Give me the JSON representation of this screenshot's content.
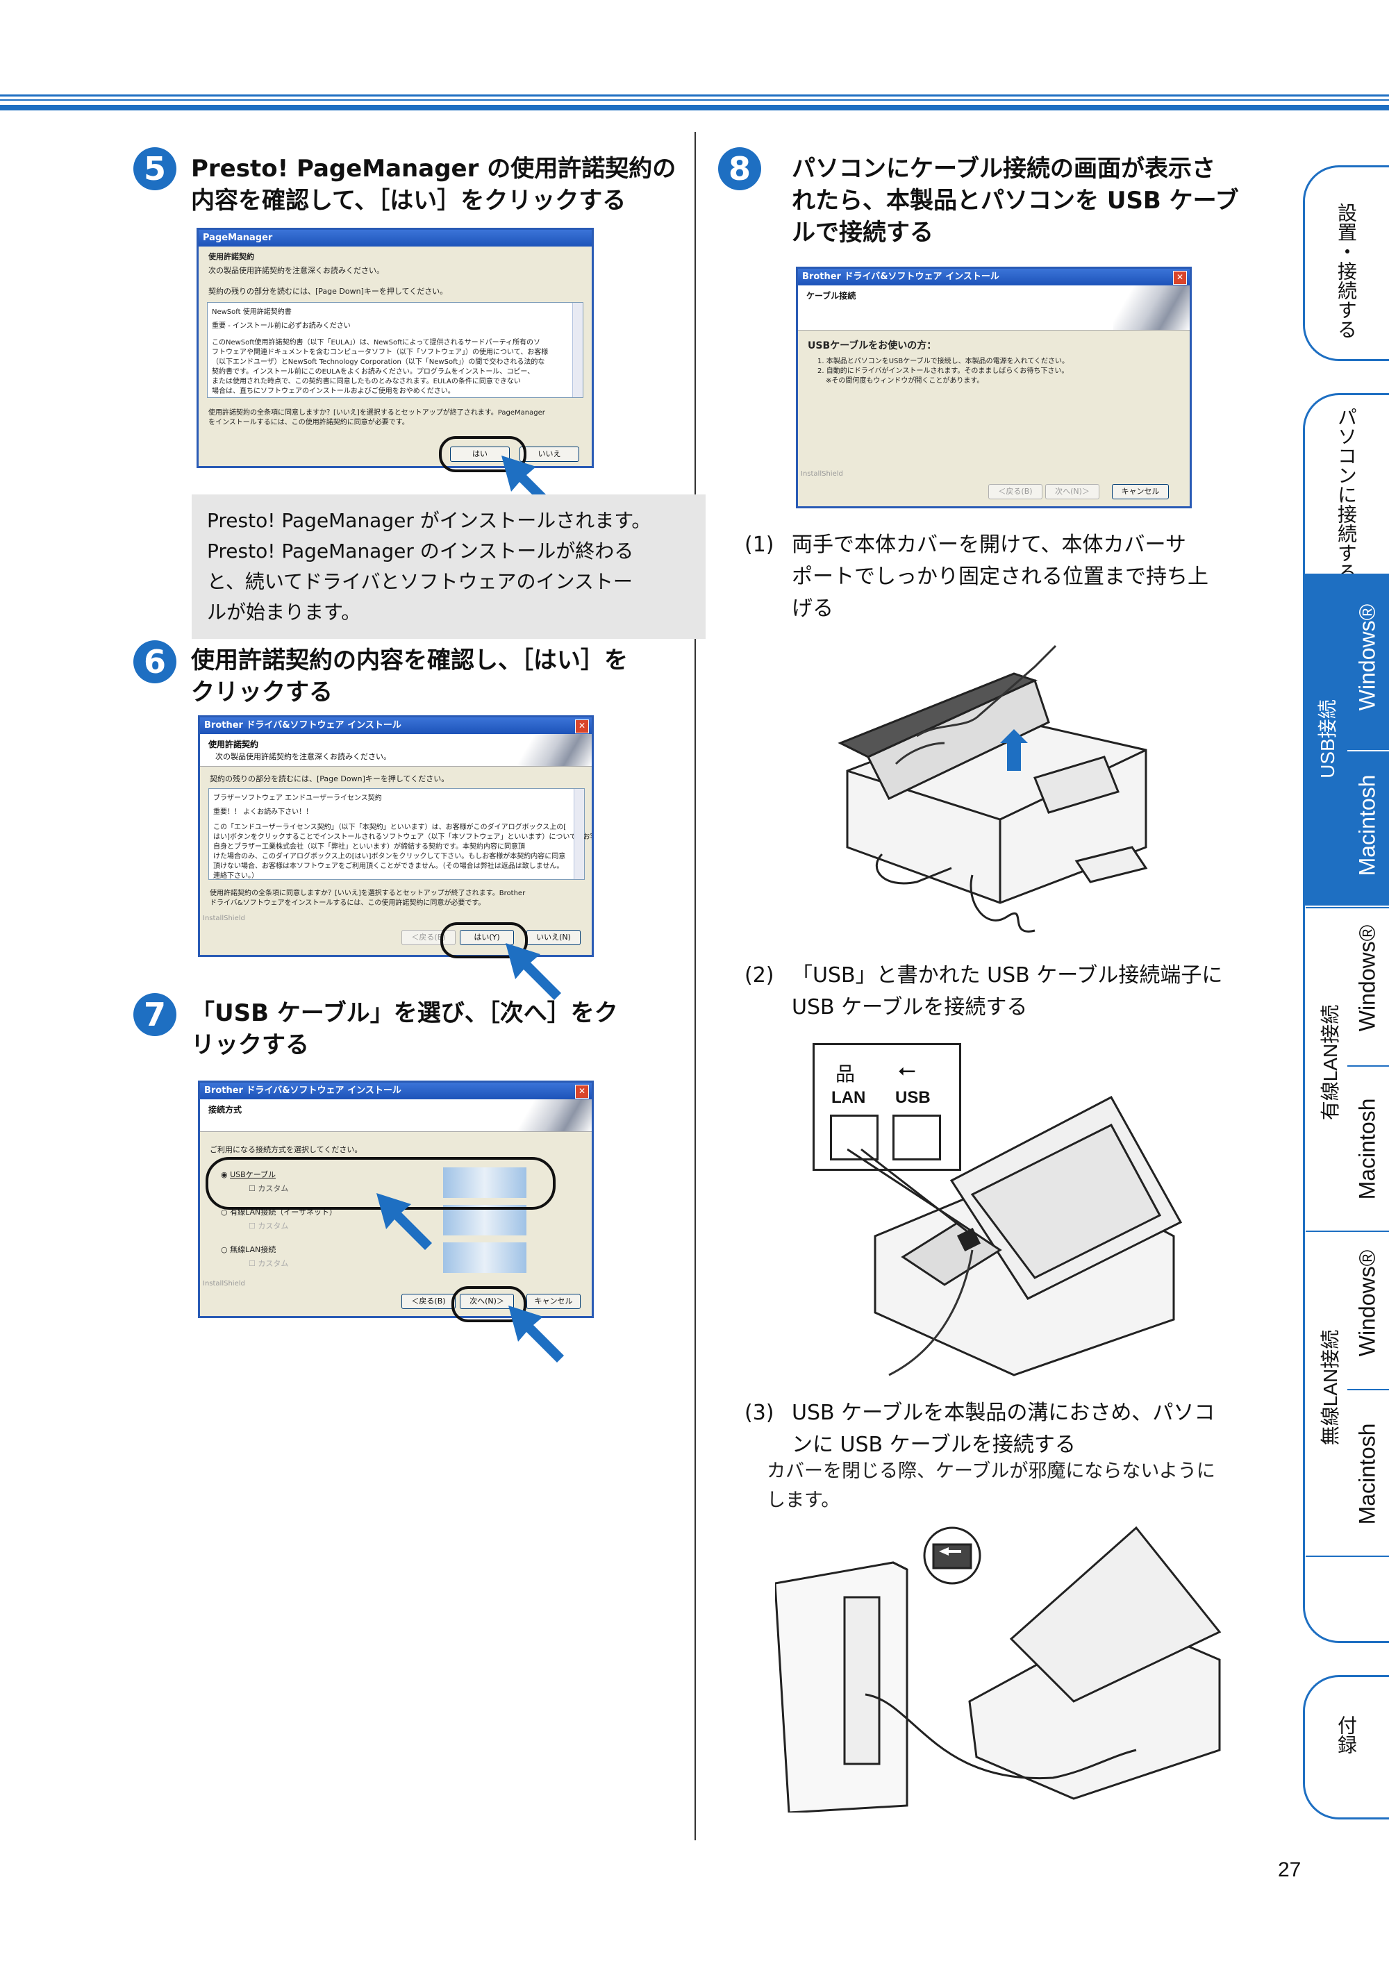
{
  "steps": {
    "s5": {
      "num": "5",
      "title_l1": "Presto! PageManager の使用許諾契約の",
      "title_l2": "内容を確認して、［はい］をクリックする"
    },
    "s6": {
      "num": "6",
      "title_l1": "使用許諾契約の内容を確認し、［はい］を",
      "title_l2": "クリックする"
    },
    "s7": {
      "num": "7",
      "title_l1": "「USB ケーブル」を選び、［次へ］をク",
      "title_l2": "リックする"
    },
    "s8": {
      "num": "8",
      "title_l1": "パソコンにケーブル接続の画面が表示さ",
      "title_l2": "れたら、本製品とパソコンを USB ケーブ",
      "title_l3": "ルで接続する"
    }
  },
  "note5": {
    "l1": "Presto! PageManager がインストールされます。",
    "l2": "Presto! PageManager のインストールが終わる",
    "l3": "と、続いてドライバとソフトウェアのインストー",
    "l4": "ルが始まります。"
  },
  "dlg5": {
    "title": "PageManager",
    "h1": "使用許諾契約",
    "line1": "次の製品使用許諾契約を注意深くお読みください。",
    "line2": "契約の残りの部分を読むには、[Page Down]キーを押してください。",
    "box1": "NewSoft 使用許諾契約書",
    "box2": "重要 - インストール前に必ずお読みください",
    "box3": "このNewSoft使用許諾契約書（以下「EULA」）は、NewSoftによって提供されるサードパーティ所有のソ",
    "box4": "フトウェアや関連ドキュメントを含むコンピュータソフト（以下「ソフトウェア」）の使用について、お客様",
    "box5": "（以下エンドユーザ）とNewSoft Technology Corporation（以下「NewSoft」）の間で交わされる法的な",
    "box6": "契約書です。インストール前にこのEULAをよくお読みください。プログラムをインストール、コピー、",
    "box7": "または使用された時点で、この契約書に同意したものとみなされます。EULAの条件に同意できない",
    "box8": "場合は、直ちにソフトウェアのインストールおよびご使用をおやめください。",
    "q1": "使用許諾契約の全条項に同意しますか？[いいえ]を選択するとセットアップが終了されます。PageManager",
    "q2": "をインストールするには、この使用許諾契約に同意が必要です。",
    "yes": "はい",
    "no": "いいえ"
  },
  "dlg6": {
    "title": "Brother ドライバ&ソフトウェア インストール",
    "h1": "使用許諾契約",
    "h2": "次の製品使用許諾契約を注意深くお読みください。",
    "line1": "契約の残りの部分を読むには、[Page Down]キーを押してください。",
    "box1": "ブラザーソフトウェア エンドユーザーライセンス契約",
    "box2": "重要！！ よくお読み下さい！！",
    "box3": "この「エンドユーザーライセンス契約」（以下「本契約」といいます）は、お客様がこのダイアログボックス上の[",
    "box4": "はい]ボタンをクリックすることでインストールされるソフトウェア（以下「本ソフトウェア」といいます）について、お客様",
    "box5": "自身とブラザー工業株式会社（以下「弊社」といいます）が締結する契約です。本契約内容に同意頂",
    "box6": "けた場合のみ、このダイアログボックス上の[はい]ボタンをクリックして下さい。もしお客様が本契約内容に同意",
    "box7": "頂けない場合、お客様は本ソフトウェアをご利用頂くことができません。（その場合は弊社は返品は致しません。",
    "box8": "連絡下さい。）",
    "q1": "使用許諾契約の全条項に同意しますか？[いいえ]を選択するとセットアップが終了されます。Brother",
    "q2": "ドライバ&ソフトウェアをインストールするには、この使用許諾契約に同意が必要です。",
    "installshield": "InstallShield",
    "back": "＜戻る(B)",
    "yes": "はい(Y)",
    "no": "いいえ(N)"
  },
  "dlg7": {
    "title": "Brother ドライバ&ソフトウェア インストール",
    "h1": "接続方式",
    "line1": "ご利用になる接続方式を選択してください。",
    "opt1": "USBケーブル",
    "opt1c": "カスタム",
    "opt2": "有線LAN接続（イーサネット）",
    "opt2c": "カスタム",
    "opt3": "無線LAN接続",
    "opt3c": "カスタム",
    "installshield": "InstallShield",
    "back": "＜戻る(B)",
    "next": "次へ(N)＞",
    "cancel": "キャンセル"
  },
  "dlg8": {
    "title": "Brother ドライバ&ソフトウェア インストール",
    "h1": "ケーブル接続",
    "head": "USBケーブルをお使いの方：",
    "l1": "1. 本製品とパソコンをUSBケーブルで接続し、本製品の電源を入れてください。",
    "l2": "2. 自動的にドライバがインストールされます。そのまましばらくお待ち下さい。",
    "l3": "※その間何度もウィンドウが開くことがあります。",
    "installshield": "InstallShield",
    "back": "＜戻る(B)",
    "next": "次へ(N)＞",
    "cancel": "キャンセル"
  },
  "substeps": {
    "a": {
      "n": "(1)",
      "l1": "両手で本体カバーを開けて、本体カバーサ",
      "l2": "ポートでしっかり固定される位置まで持ち上",
      "l3": "げる"
    },
    "b": {
      "n": "(2)",
      "l1": "「USB」と書かれた USB ケーブル接続端子に",
      "l2": "USB ケーブルを接続する"
    },
    "c": {
      "n": "(3)",
      "l1": "USB ケーブルを本製品の溝におさめ、パソコ",
      "l2": "ンに USB ケーブルを接続する",
      "note1": "カバーを閉じる際、ケーブルが邪魔にならないように",
      "note2": "します。"
    }
  },
  "port_labels": {
    "lan": "LAN",
    "usb": "USB"
  },
  "tabs": {
    "t1": "設置・接続する",
    "t2": "パソコンに接続する",
    "usb": "USB接続",
    "wired": "有線LAN接続",
    "wireless": "無線LAN接続",
    "windows": "Windows®",
    "mac": "Macintosh",
    "appendix": "付録"
  },
  "page_number": "27",
  "colors": {
    "accent": "#1e6fc2",
    "note_bg": "#e6e6e6",
    "tab_active": "#1e6fc2"
  }
}
